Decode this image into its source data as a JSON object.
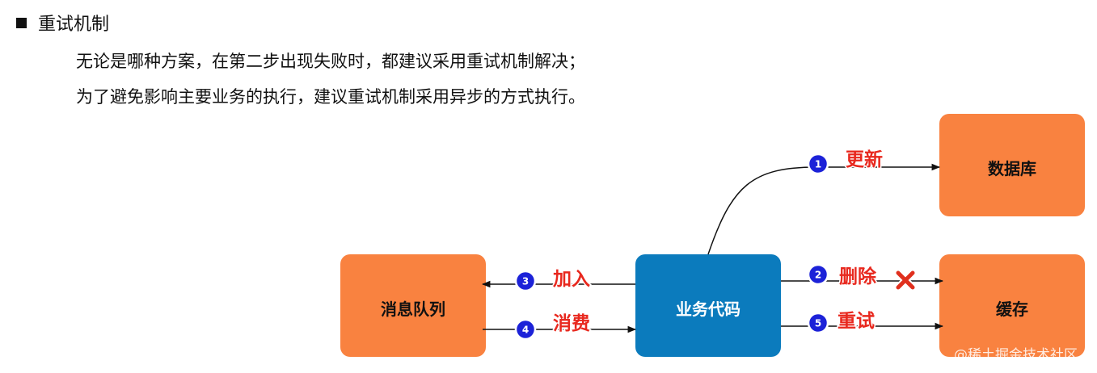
{
  "heading": "重试机制",
  "paragraph": {
    "line1": "无论是哪种方案，在第二步出现失败时，都建议采用重试机制解决；",
    "line2": "为了避免影响主要业务的执行，建议重试机制采用异步的方式执行。"
  },
  "nodes": {
    "database": "数据库",
    "cache": "缓存",
    "business": "业务代码",
    "mq": "消息队列"
  },
  "edges": [
    {
      "step": "1",
      "label": "更新"
    },
    {
      "step": "2",
      "label": "删除"
    },
    {
      "step": "3",
      "label": "加入"
    },
    {
      "step": "4",
      "label": "消费"
    },
    {
      "step": "5",
      "label": "重试"
    }
  ],
  "watermark": "@稀土掘金技术社区",
  "colors": {
    "orange_box": "#f98240",
    "blue_box": "#0b7bbd",
    "step_circle": "#1c22d8",
    "label_red": "#e8281e"
  }
}
